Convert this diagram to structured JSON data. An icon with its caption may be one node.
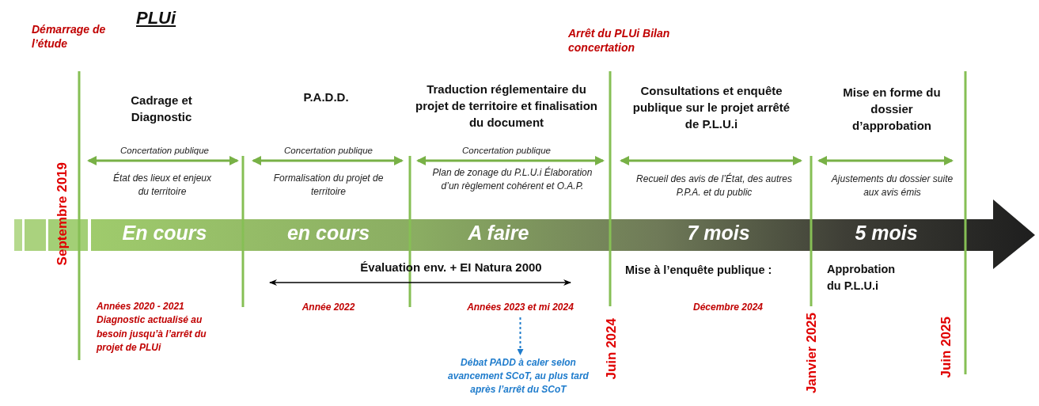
{
  "diagram": {
    "title": "PLUi",
    "nodes": [
      {
        "text": [
          "Années 2023 et mi 2024"
        ]
      },
      {
        "text": [
          "Débat PADD à caler selon avancement SCoT, au plus tard après l’arrêt du SCoT"
        ]
      }
    ],
    "edges": [
      {
        "from": 0,
        "to": 1,
        "arrow": "to",
        "style": "dashed",
        "color": "#1f7ccc"
      }
    ],
    "labels": [
      "Démarrage de l’étude",
      "Arrêt du PLUi Bilan concertation",
      "Cadrage et Diagnostic",
      "P.A.D.D.",
      "Traduction réglementaire du projet de territoire et finalisation du document",
      "Consultations et enquête publique sur le projet arrêté de P.L.U.i",
      "Mise en forme du dossier d’approbation",
      "Concertation publique",
      "Concertation publique",
      "Concertation publique",
      "État des lieux et enjeux du territoire",
      "Formalisation du projet de territoire",
      "Plan de zonage du P.L.U.i Élaboration d’un règlement cohérent et O.A.P.",
      "Recueil des avis de l’État, des autres P.P.A. et du public",
      "Ajustements du dossier suite aux avis émis",
      "Septembre 2019",
      "En cours",
      "en cours",
      "A faire",
      "7 mois",
      "5 mois",
      "Évaluation env. + EI Natura 2000",
      "Mise à l’enquête publique :",
      "Approbation du P.L.U.i",
      "Années 2020 - 2021 Diagnostic actualisé au besoin jusqu’à l’arrêt du projet de PLUi",
      "Année 2022",
      "Décembre 2024",
      "Juin 2024",
      "Janvier 2025",
      "Juin 2025"
    ]
  }
}
